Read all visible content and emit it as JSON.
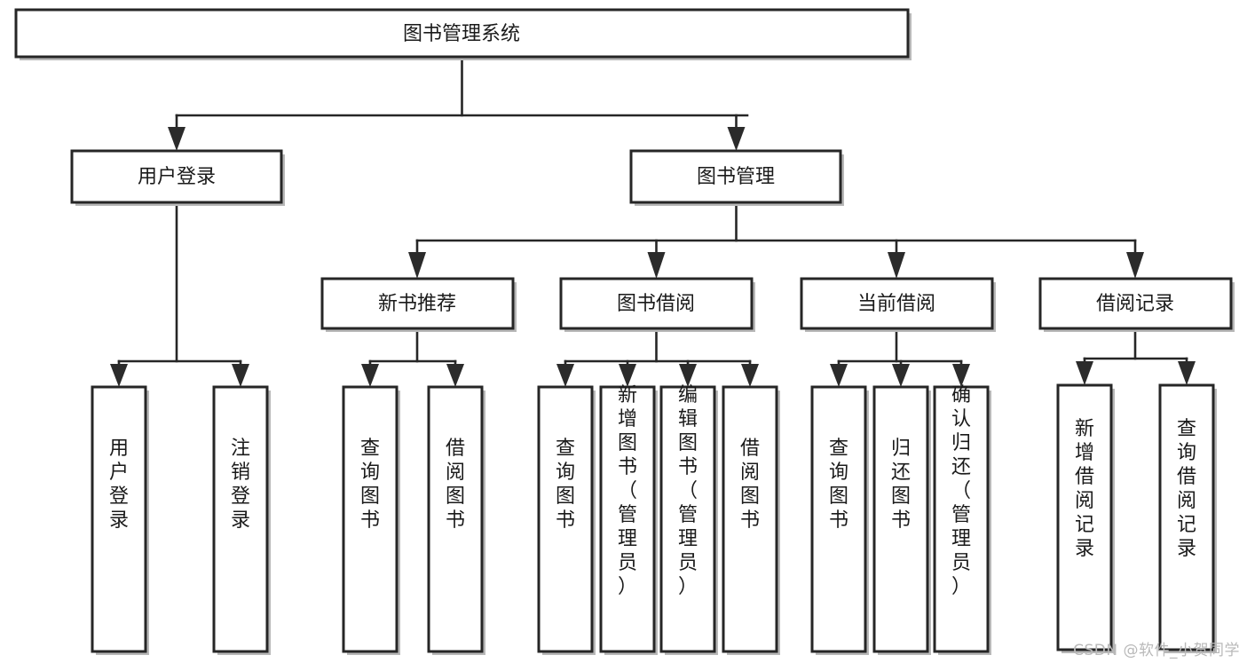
{
  "diagram": {
    "type": "tree-hierarchy",
    "title": "图书管理系统",
    "watermark": "CSDN @软件_小贺同学",
    "colors": {
      "box_stroke": "#262626",
      "box_fill": "#ffffff",
      "shadow": "#b8b8b8",
      "connector": "#262626",
      "text": "#1a1a1a",
      "watermark": "#b9b9b9"
    },
    "nodes": {
      "root": {
        "label": "图书管理系统",
        "orientation": "horizontal"
      },
      "level2": [
        {
          "label": "用户登录",
          "orientation": "horizontal"
        },
        {
          "label": "图书管理",
          "orientation": "horizontal"
        }
      ],
      "level3": [
        {
          "label": "新书推荐",
          "orientation": "horizontal"
        },
        {
          "label": "图书借阅",
          "orientation": "horizontal"
        },
        {
          "label": "当前借阅",
          "orientation": "horizontal"
        },
        {
          "label": "借阅记录",
          "orientation": "horizontal"
        }
      ],
      "leaves_user_login": [
        {
          "label": "用户登录",
          "orientation": "vertical"
        },
        {
          "label": "注销登录",
          "orientation": "vertical"
        }
      ],
      "leaves_new_book": [
        {
          "label": "查询图书",
          "orientation": "vertical"
        },
        {
          "label": "借阅图书",
          "orientation": "vertical"
        }
      ],
      "leaves_book_borrow": [
        {
          "label": "查询图书",
          "orientation": "vertical"
        },
        {
          "label": "新增图书（管理员）",
          "orientation": "vertical"
        },
        {
          "label": "编辑图书（管理员）",
          "orientation": "vertical"
        },
        {
          "label": "借阅图书",
          "orientation": "vertical"
        }
      ],
      "leaves_current_borrow": [
        {
          "label": "查询图书",
          "orientation": "vertical"
        },
        {
          "label": "归还图书",
          "orientation": "vertical"
        },
        {
          "label": "确认归还（管理员）",
          "orientation": "vertical"
        }
      ],
      "leaves_borrow_record": [
        {
          "label": "新增借阅记录",
          "orientation": "vertical"
        },
        {
          "label": "查询借阅记录",
          "orientation": "vertical"
        }
      ]
    }
  }
}
